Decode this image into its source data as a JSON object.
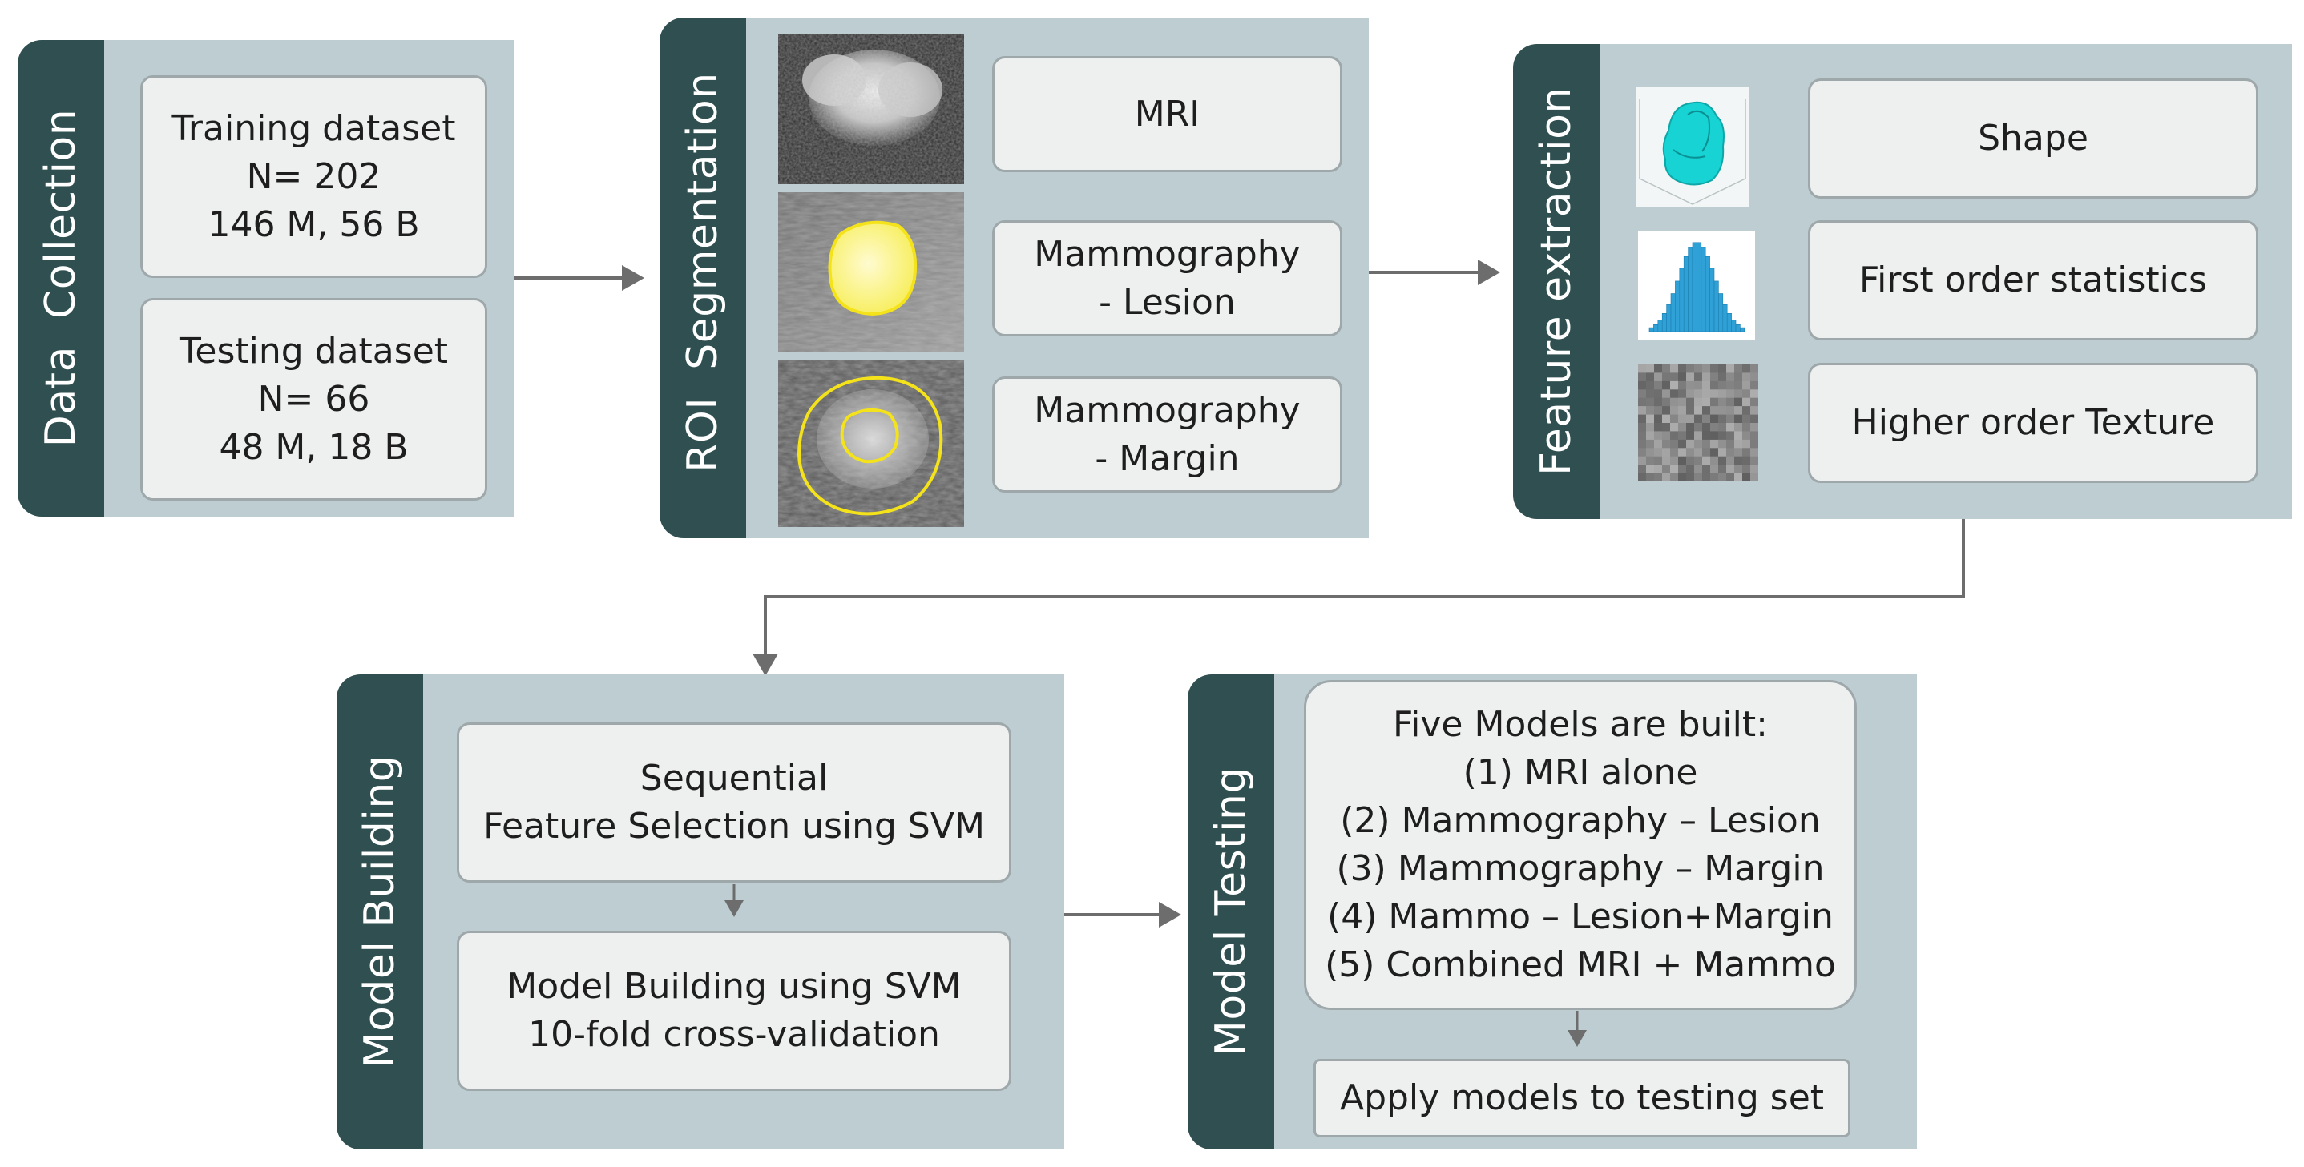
{
  "data_collection": {
    "title": "Data  Collection",
    "training": {
      "line1": "Training dataset",
      "line2": "N= 202",
      "line3": "146 M, 56 B"
    },
    "testing": {
      "line1": "Testing dataset",
      "line2": "N= 66",
      "line3": "48 M, 18 B"
    }
  },
  "roi_segmentation": {
    "title": "ROI  Segmentation",
    "items": [
      {
        "line1": "MRI",
        "line2": ""
      },
      {
        "line1": "Mammography",
        "line2": "- Lesion"
      },
      {
        "line1": "Mammography",
        "line2": "- Margin"
      }
    ],
    "thumbnails": [
      "mri-lesion-image",
      "mammography-lesion-highlight-image",
      "mammography-margin-contour-image"
    ]
  },
  "feature_extraction": {
    "title": "Feature extraction",
    "items": [
      {
        "label": "Shape",
        "icon": "3d-shape-icon"
      },
      {
        "label": "First order statistics",
        "icon": "histogram-icon"
      },
      {
        "label": "Higher order Texture",
        "icon": "texture-patch-icon"
      }
    ]
  },
  "model_building": {
    "title": "Model Building",
    "step1": {
      "line1": "Sequential",
      "line2": "Feature Selection using SVM"
    },
    "step2": {
      "line1": "Model Building using SVM",
      "line2": "10-fold cross-validation"
    }
  },
  "model_testing": {
    "title": "Model Testing",
    "models": {
      "heading": "Five Models are built:",
      "items": [
        "(1) MRI alone",
        "(2) Mammography – Lesion",
        "(3) Mammography – Margin",
        "(4) Mammo – Lesion+Margin",
        "(5) Combined MRI + Mammo"
      ]
    },
    "apply": "Apply models to testing set"
  },
  "colors": {
    "panel_background": "#bdcdd1",
    "tab_background": "#2f4f50",
    "box_fill": "#eef0f0",
    "box_border": "#9ea7aa",
    "arrow": "#6d6d6d",
    "contour": "#f4e21a"
  }
}
